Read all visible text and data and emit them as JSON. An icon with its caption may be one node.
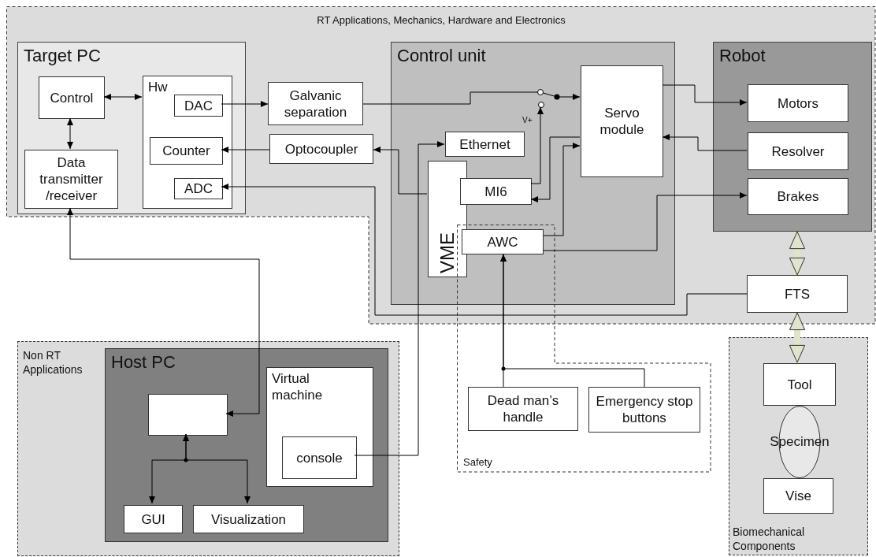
{
  "diagram": {
    "nodes": [
      {
        "text": [
          "RT Applications, Mechanics, Hardware and Electronics"
        ]
      },
      {
        "text": [
          "Target PC"
        ],
        "in": 0
      },
      {
        "text": [
          "Control"
        ],
        "in": 1
      },
      {
        "text": [
          "Data transmitter /receiver"
        ],
        "in": 1
      },
      {
        "text": [
          "Hw"
        ],
        "in": 1
      },
      {
        "text": [
          "DAC"
        ],
        "in": 4
      },
      {
        "text": [
          "Counter"
        ],
        "in": 4
      },
      {
        "text": [
          "ADC"
        ],
        "in": 4
      },
      {
        "text": [
          "Galvanic separation"
        ],
        "in": 0
      },
      {
        "text": [
          "Optocoupler"
        ],
        "in": 0
      },
      {
        "text": [
          "Control unit"
        ],
        "in": 0
      },
      {
        "text": [
          "VME"
        ],
        "in": 10
      },
      {
        "text": [
          "Ethernet"
        ],
        "in": 10
      },
      {
        "text": [
          "MI6"
        ],
        "in": 10
      },
      {
        "text": [
          "Servo module"
        ],
        "in": 10
      },
      {
        "text": [
          "AWC"
        ]
      },
      {
        "text": [
          "Robot"
        ],
        "in": 0
      },
      {
        "text": [
          "Motors"
        ],
        "in": 16
      },
      {
        "text": [
          "Resolver"
        ],
        "in": 16
      },
      {
        "text": [
          "Brakes"
        ],
        "in": 16
      },
      {
        "text": [
          "FTS"
        ],
        "in": 0
      },
      {
        "text": [
          "Non RT Applications"
        ]
      },
      {
        "text": [
          "Host PC"
        ],
        "in": 21
      },
      {
        "text": [],
        "shape": "box",
        "in": 22
      },
      {
        "text": [
          "Virtual machine"
        ],
        "in": 22
      },
      {
        "text": [
          "console"
        ],
        "in": 24
      },
      {
        "text": [
          "GUI"
        ],
        "in": 22
      },
      {
        "text": [
          "Visualization"
        ],
        "in": 22
      },
      {
        "text": [
          "Safety"
        ]
      },
      {
        "text": [
          "Dead man’s handle"
        ],
        "in": 28
      },
      {
        "text": [
          "Emergency stop buttons"
        ],
        "in": 28
      },
      {
        "text": [
          "Biomechanical Components"
        ]
      },
      {
        "text": [
          "Tool"
        ],
        "in": 31
      },
      {
        "text": [
          "Specimen"
        ],
        "in": 31
      },
      {
        "text": [
          "Vise"
        ],
        "in": 31
      },
      {
        "text": [],
        "shape": "circle",
        "in": 10,
        "beside": [
          "V+"
        ]
      }
    ],
    "edges": [
      {
        "from": 2,
        "to": 4,
        "arrow": "both"
      },
      {
        "from": 2,
        "to": 3,
        "arrow": "both"
      },
      {
        "from": 5,
        "to": 8,
        "arrow": "to"
      },
      {
        "from": 8,
        "to": 14,
        "arrow": "to"
      },
      {
        "from": 9,
        "to": 6,
        "arrow": "to"
      },
      {
        "from": 11,
        "to": 9,
        "arrow": "to"
      },
      {
        "from": 20,
        "to": 7,
        "arrow": "to"
      },
      {
        "from": 25,
        "to": 12,
        "arrow": "to"
      },
      {
        "from": 23,
        "to": 3,
        "arrow": "both"
      },
      {
        "from": 13,
        "to": 35,
        "arrow": "to"
      },
      {
        "from": 14,
        "to": 13,
        "arrow": "to"
      },
      {
        "from": 15,
        "to": 14,
        "arrow": "to"
      },
      {
        "from": 15,
        "to": 19,
        "arrow": "to"
      },
      {
        "from": 14,
        "to": 17,
        "arrow": "to"
      },
      {
        "from": 18,
        "to": 14,
        "arrow": "to"
      },
      {
        "from": 16,
        "to": 20,
        "arrow": "both",
        "style": "thick",
        "color": "#dfe4cc"
      },
      {
        "from": 20,
        "to": 32,
        "arrow": "both",
        "style": "thick",
        "color": "#dfe4cc"
      },
      {
        "from": 29,
        "to": 15,
        "arrow": "to"
      },
      {
        "from": 30,
        "to": 15,
        "arrow": "to"
      },
      {
        "from": 23,
        "to": 26,
        "arrow": "both"
      },
      {
        "from": 23,
        "to": 27,
        "arrow": "both"
      }
    ]
  }
}
